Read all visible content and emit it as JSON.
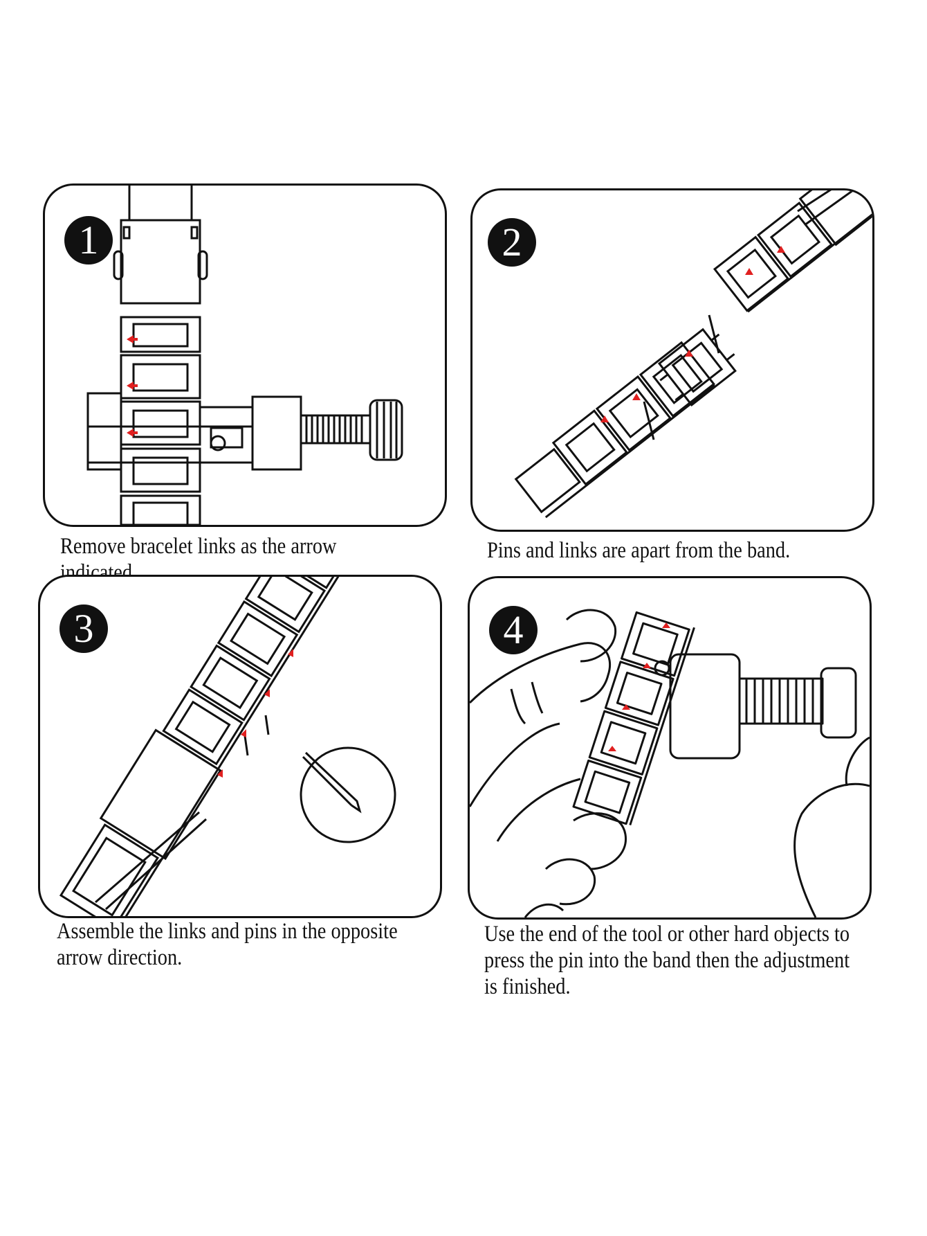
{
  "steps": [
    {
      "number": "1",
      "caption": "Remove bracelet links as the arrow indicated."
    },
    {
      "number": "2",
      "caption": "Pins and links are apart from the band."
    },
    {
      "number": "3",
      "caption": "Assemble the links and pins in the opposite\narrow direction."
    },
    {
      "number": "4",
      "caption": "Use the end of the tool or other hard objects to\npress the pin into the band then the adjustment\nis finished."
    }
  ],
  "colors": {
    "line": "#111111",
    "arrow": "#e02020",
    "badge": "#111111"
  },
  "icons": [
    "bracelet-link-illustration",
    "pin-tool-illustration",
    "pin-arrow-icon",
    "hand-illustration",
    "magnified-pin-illustration"
  ]
}
